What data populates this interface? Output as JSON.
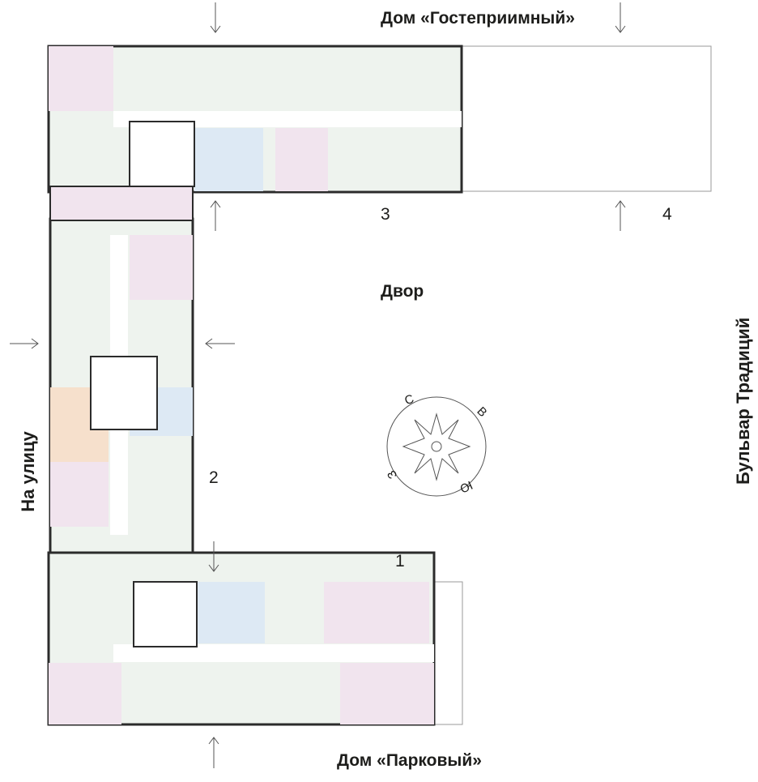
{
  "labels": {
    "house_top": "Дом «Гостеприимный»",
    "house_bottom": "Дом «Парковый»",
    "courtyard": "Двор",
    "street_left": "На улицу",
    "boulevard_right": "Бульвар Традиций"
  },
  "sections": [
    "1",
    "2",
    "3",
    "4"
  ],
  "compass": {
    "north": "С",
    "east": "В",
    "south": "Ю",
    "west": "З"
  },
  "colors": {
    "wall": "#2b2b2b",
    "studio": "#dde9f4",
    "one_room": "#e6f0e9",
    "two_room": "#e8efe8",
    "three_room": "#f1e4ee",
    "highlight": "#f6e0cc",
    "corridor": "#ffffff",
    "outline": "#9a9a9a"
  }
}
